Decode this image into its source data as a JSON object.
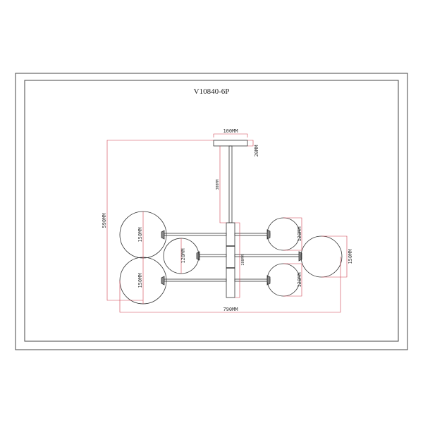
{
  "title": "V10840-6P",
  "dimensions": {
    "canopy_width": "100MM",
    "canopy_height": "20MM",
    "stem_length": "300MM",
    "total_height": "590MM",
    "total_width": "790MM",
    "body_height": "280MM",
    "globe_left_top": "150MM",
    "globe_left_bottom": "150MM",
    "globe_mid_left": "120MM",
    "globe_right_top": "120MM",
    "globe_right_bottom": "120MM",
    "globe_right_big": "150MM"
  },
  "colors": {
    "line": "#333333",
    "dimension": "#d04050"
  }
}
